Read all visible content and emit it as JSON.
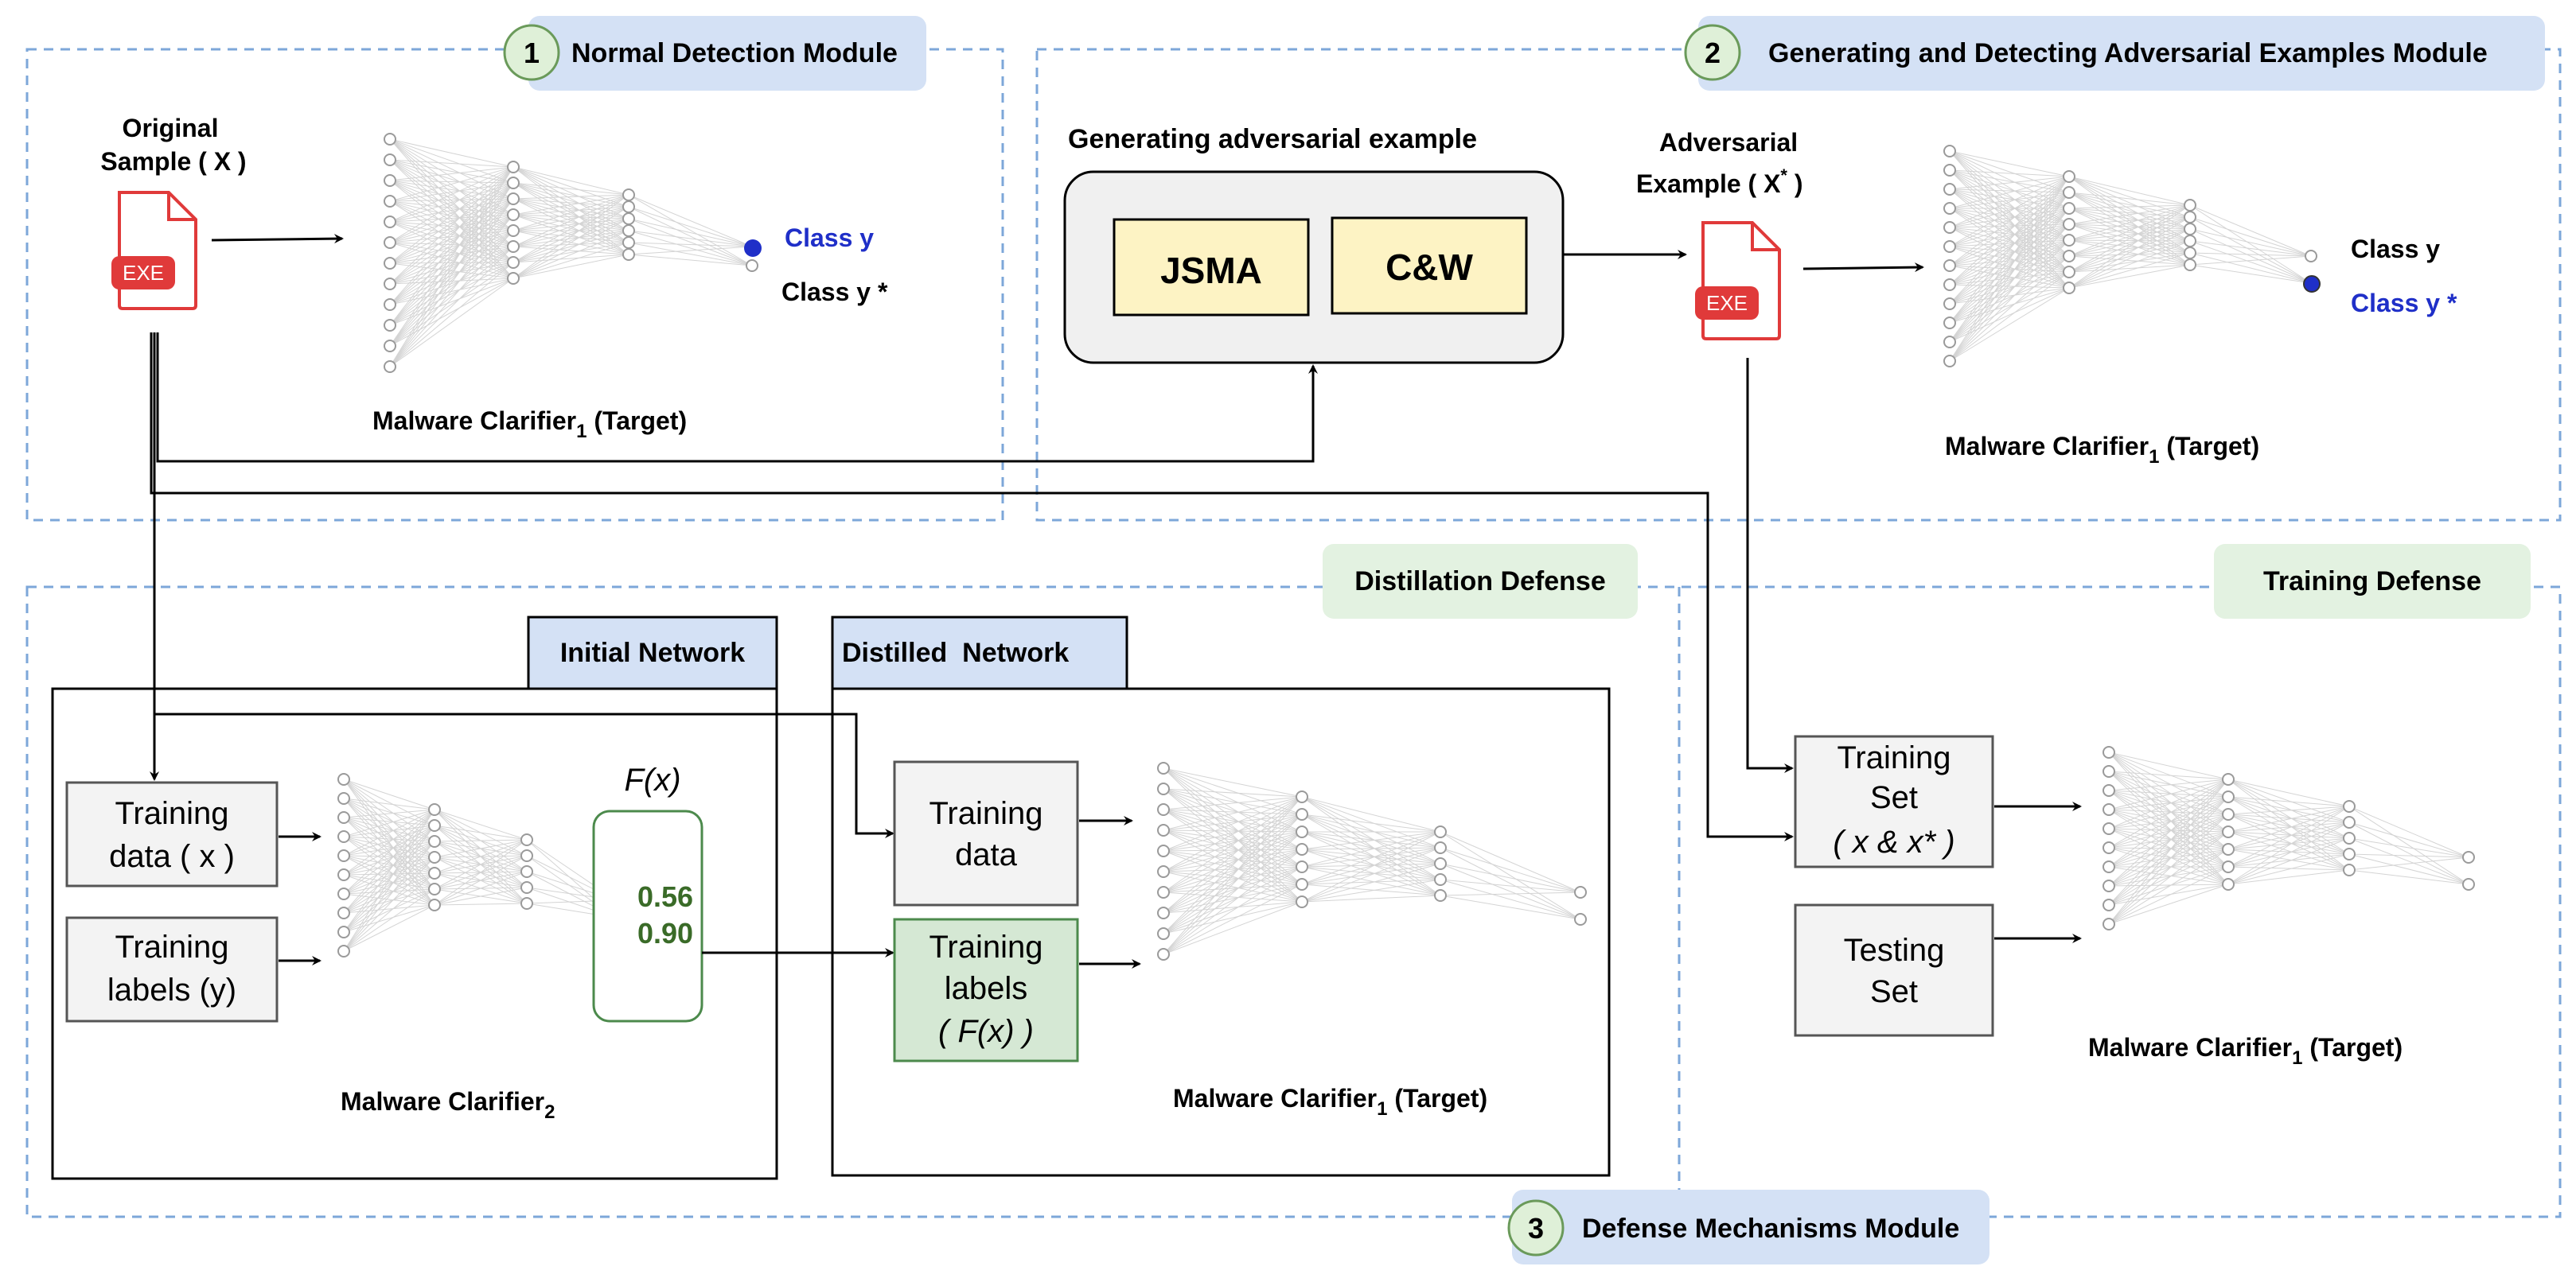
{
  "modules": {
    "normal": {
      "number": "1",
      "title": "Normal Detection Module"
    },
    "adversarial": {
      "number": "2",
      "title": "Generating and Detecting Adversarial Examples Module"
    },
    "defense": {
      "number": "3",
      "title": "Defense Mechanisms Module"
    }
  },
  "normal_detection": {
    "original_line1": "Original",
    "original_line2": "Sample ( X )",
    "exe_label": "EXE",
    "class_y": "Class y",
    "class_y_star": "Class y *",
    "classifier_main": "Malware Clarifier",
    "classifier_sub": "1",
    "classifier_suffix": " (Target)"
  },
  "adversarial_module": {
    "generating_title": "Generating adversarial example",
    "jsma": "JSMA",
    "cw": "C&W",
    "adv_line1": "Adversarial",
    "adv_line2": "Example ( X",
    "adv_sup": "*",
    "adv_close": " )",
    "exe_label": "EXE",
    "class_y": "Class y",
    "class_y_star": "Class y *",
    "classifier_main": "Malware Clarifier",
    "classifier_sub": "1",
    "classifier_suffix": " (Target)"
  },
  "distillation": {
    "title": "Distillation Defense",
    "initial_network": "Initial Network",
    "distilled_network": "Distilled  Network",
    "training_data_line1": "Training",
    "training_data_line2": "data ( x )",
    "training_labels_line1": "Training",
    "training_labels_line2": "labels (y)",
    "fx_label": "F(x)",
    "value1": "0.56",
    "value2": "0.90",
    "classifier2_main": "Malware Clarifier",
    "classifier2_sub": "2",
    "distilled_data_line1": "Training",
    "distilled_data_line2": "data",
    "distilled_labels_line1": "Training",
    "distilled_labels_line2": "labels",
    "distilled_labels_line3": "( F(x) )",
    "classifier1_main": "Malware Clarifier",
    "classifier1_sub": "1",
    "classifier1_suffix": " (Target)"
  },
  "training_defense": {
    "title": "Training Defense",
    "training_set_line1": "Training",
    "training_set_line2": "Set",
    "training_set_line3": "( x & x* )",
    "testing_set_line1": "Testing",
    "testing_set_line2": "Set",
    "classifier_main": "Malware Clarifier",
    "classifier_sub": "1",
    "classifier_suffix": " (Target)"
  },
  "colors": {
    "module_dash": "#7da7d9",
    "module_badge": "#d4e1f5",
    "defense_badge": "#e3f2e1",
    "number_circle": "#dff0d8",
    "number_border": "#6a9a5a",
    "exe_red": "#e03a3a",
    "method_fill": "#fdf3c4",
    "gray_fill": "#f3f3f3",
    "green_fill": "#d5e8d4",
    "green_border": "#4c8a4c",
    "value_green": "#3a6b28",
    "class_blue": "#1f2fc8"
  }
}
